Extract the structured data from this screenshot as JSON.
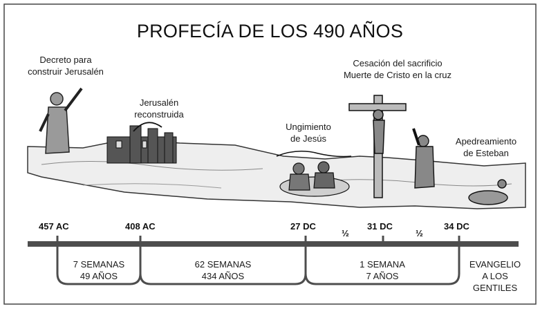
{
  "title": "PROFECÍA DE LOS 490 AÑOS",
  "captions": {
    "decree": [
      "Decreto para",
      "construir Jerusalén"
    ],
    "rebuilt": [
      "Jerusalén",
      "reconstruida"
    ],
    "anointing": [
      "Ungimiento",
      "de Jesús"
    ],
    "cessation": [
      "Cesación del sacrificio",
      "Muerte de Cristo en la cruz"
    ],
    "stoning": [
      "Apedreamiento",
      "de Esteban"
    ]
  },
  "timeline": {
    "years": [
      "457 AC",
      "408 AC",
      "27 DC",
      "31 DC",
      "34 DC"
    ],
    "half_marks": [
      "½",
      "½"
    ],
    "segments": [
      {
        "lines": [
          "7 SEMANAS",
          "49 AÑOS"
        ]
      },
      {
        "lines": [
          "62 SEMANAS",
          "434 AÑOS"
        ]
      },
      {
        "lines": [
          "1 SEMANA",
          "7 AÑOS"
        ]
      },
      {
        "lines": [
          "EVANGELIO",
          "A LOS",
          "GENTILES"
        ]
      }
    ]
  }
}
